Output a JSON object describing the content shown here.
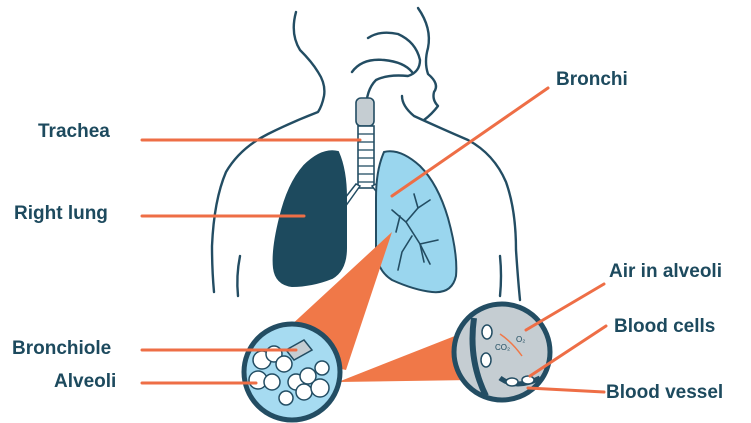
{
  "labels": {
    "trachea": "Trachea",
    "bronchi": "Bronchi",
    "right_lung": "Right lung",
    "bronchiole": "Bronchiole",
    "alveoli": "Alveoli",
    "air_in_alveoli": "Air in alveoli",
    "blood_cells": "Blood cells",
    "blood_vessel": "Blood vessel"
  },
  "inset_text": {
    "co2": "CO₂",
    "o2": "O₂"
  },
  "colors": {
    "label_text": "#1d4a5e",
    "leader_line": "#ee6e46",
    "outline": "#234d63",
    "right_lung_fill": "#1d4a5e",
    "left_lung_fill": "#9ad6ee",
    "trachea_fill": "#c5cdd2",
    "magnifier_fill": "#f07848",
    "inset_ring": "#234d63",
    "inset_fill": "#a6dbf1"
  }
}
